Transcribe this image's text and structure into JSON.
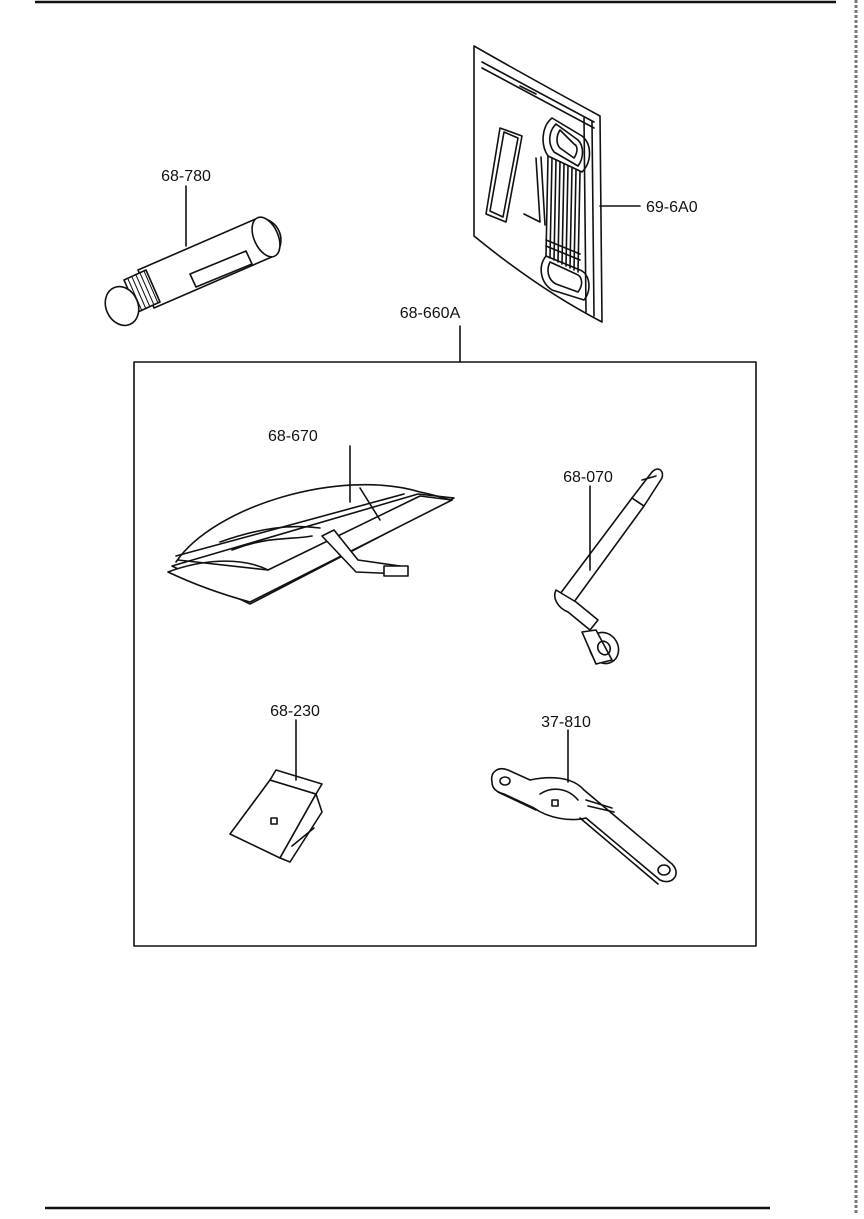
{
  "diagram": {
    "group_label": "68-660A",
    "parts": {
      "part_68_780": "68-780",
      "part_69_6A0": "69-6A0",
      "part_68_670": "68-670",
      "part_68_070": "68-070",
      "part_68_230": "68-230",
      "part_37_810": "37-810"
    }
  }
}
